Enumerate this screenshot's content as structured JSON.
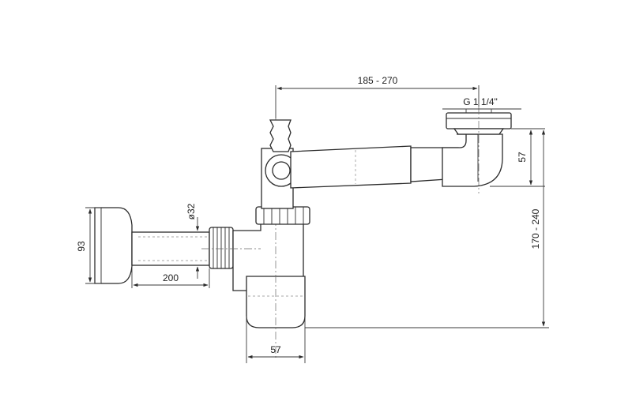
{
  "dimensions": {
    "width_range": "185 - 270",
    "thread": "G 1 1/4\"",
    "outlet_offset": "57",
    "height_range": "170 - 240",
    "diameter": "ø32",
    "wall_height": "93",
    "pipe_length": "200",
    "trap_width": "57"
  },
  "colors": {
    "line": "#2b2b2b",
    "background": "#ffffff"
  }
}
